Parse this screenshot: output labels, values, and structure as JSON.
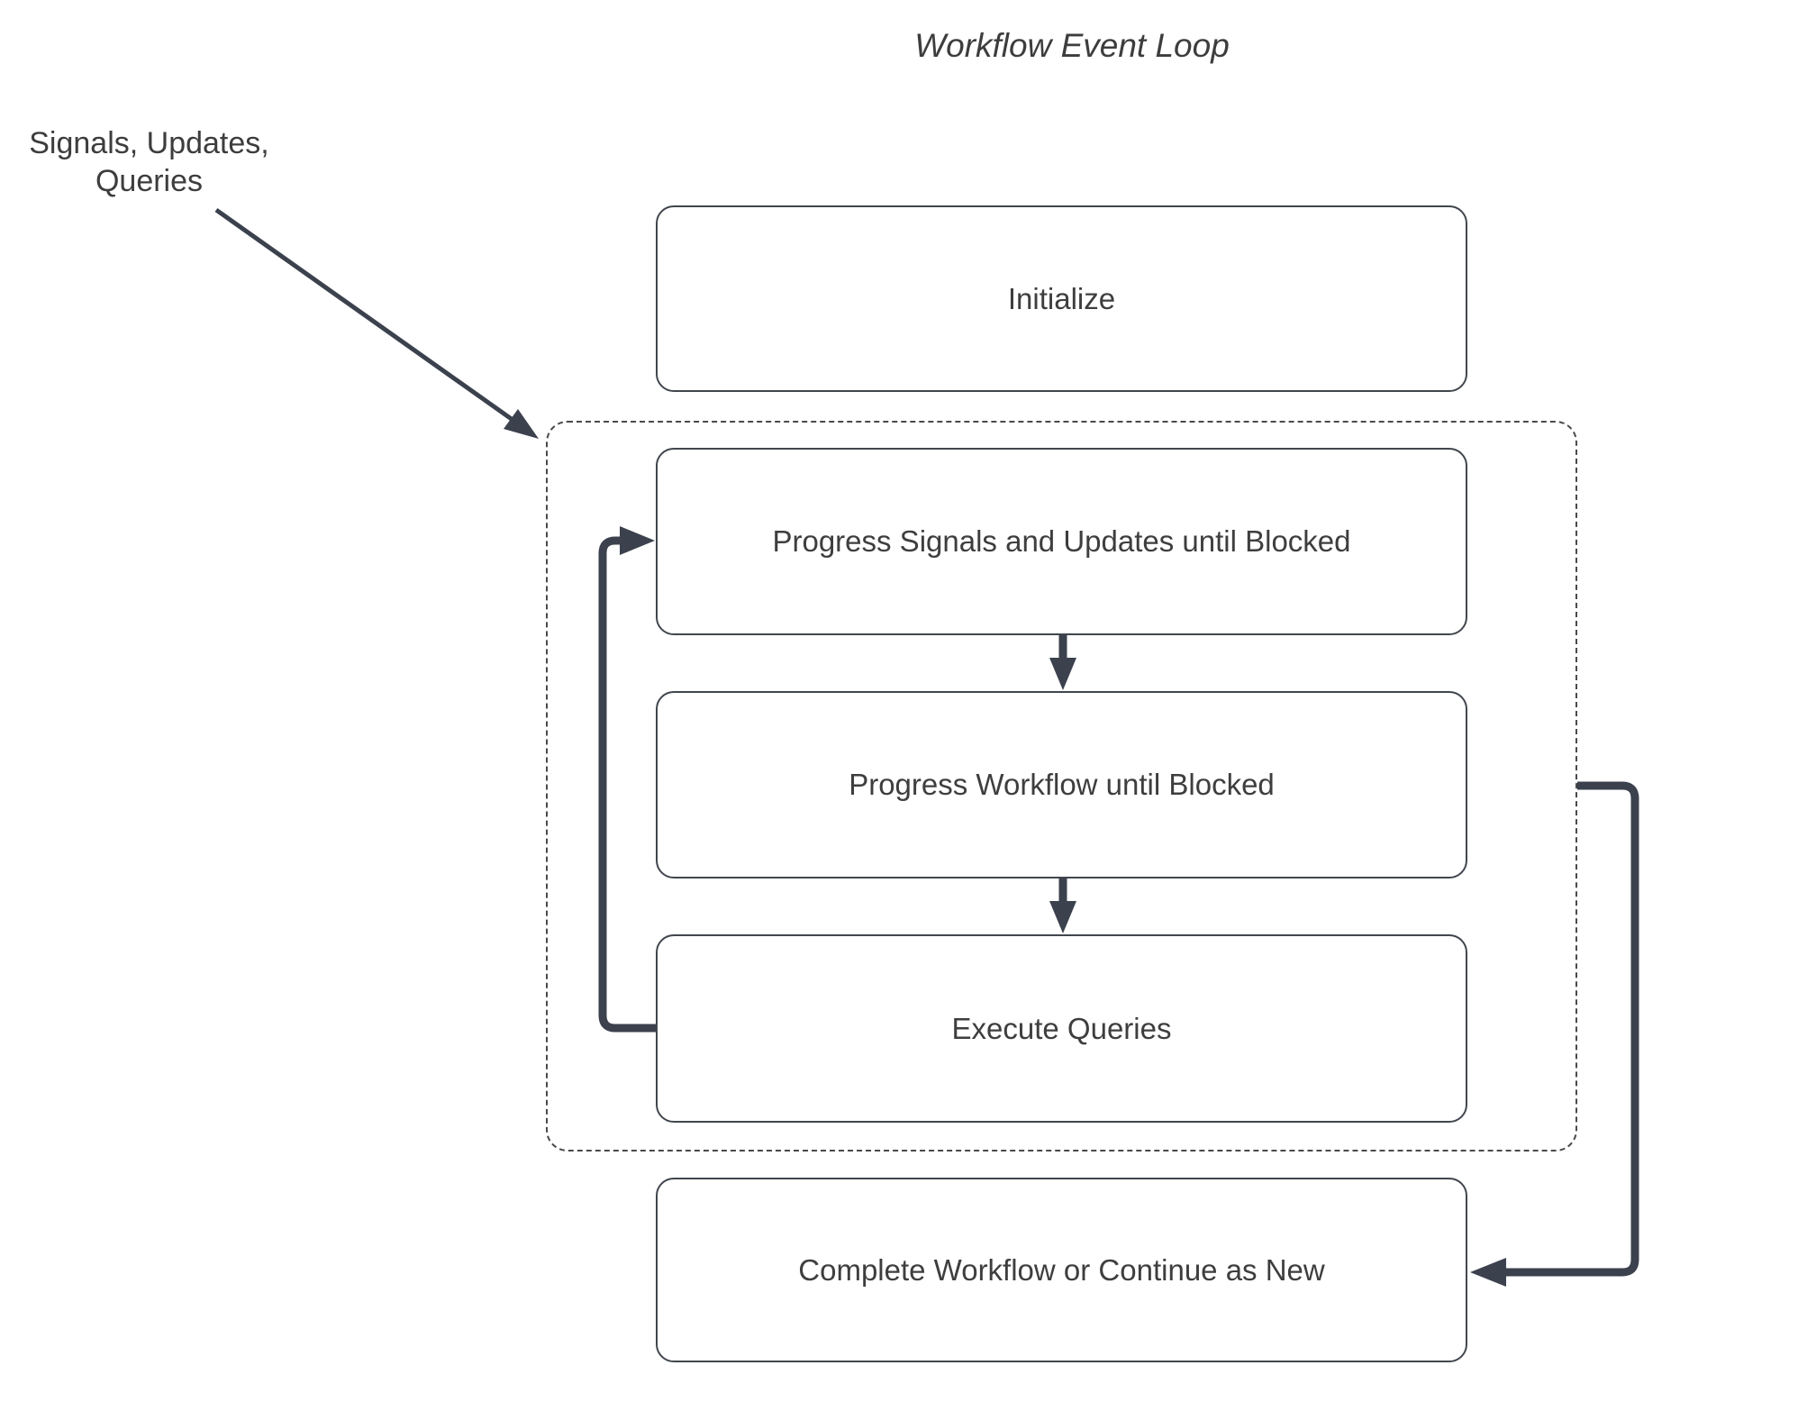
{
  "title": "Workflow Event Loop",
  "side_label": {
    "line1": "Signals, Updates,",
    "line2": "Queries"
  },
  "nodes": [
    {
      "id": "initialize",
      "label": "Initialize"
    },
    {
      "id": "progress-signals",
      "label": "Progress Signals and Updates until Blocked"
    },
    {
      "id": "progress-workflow",
      "label": "Progress Workflow until Blocked"
    },
    {
      "id": "execute-queries",
      "label": "Execute Queries"
    },
    {
      "id": "complete",
      "label": "Complete Workflow or Continue as New"
    }
  ],
  "connectors": {
    "signals_arrow": "from Signals/Updates/Queries label into event loop boundary",
    "flow_arrow_1": "Progress Signals and Updates until Blocked -> Progress Workflow until Blocked",
    "flow_arrow_2": "Progress Workflow until Blocked -> Execute Queries",
    "loop_arrow": "Execute Queries -> Progress Signals and Updates until Blocked",
    "feedback_arrow": "event loop boundary -> Complete Workflow or Continue as New"
  },
  "colors": {
    "arrow": "#3b414d",
    "box_border": "#41464e",
    "dashed_border": "#4a4a4a",
    "text": "#3e3e3e",
    "background": "#ffffff"
  }
}
